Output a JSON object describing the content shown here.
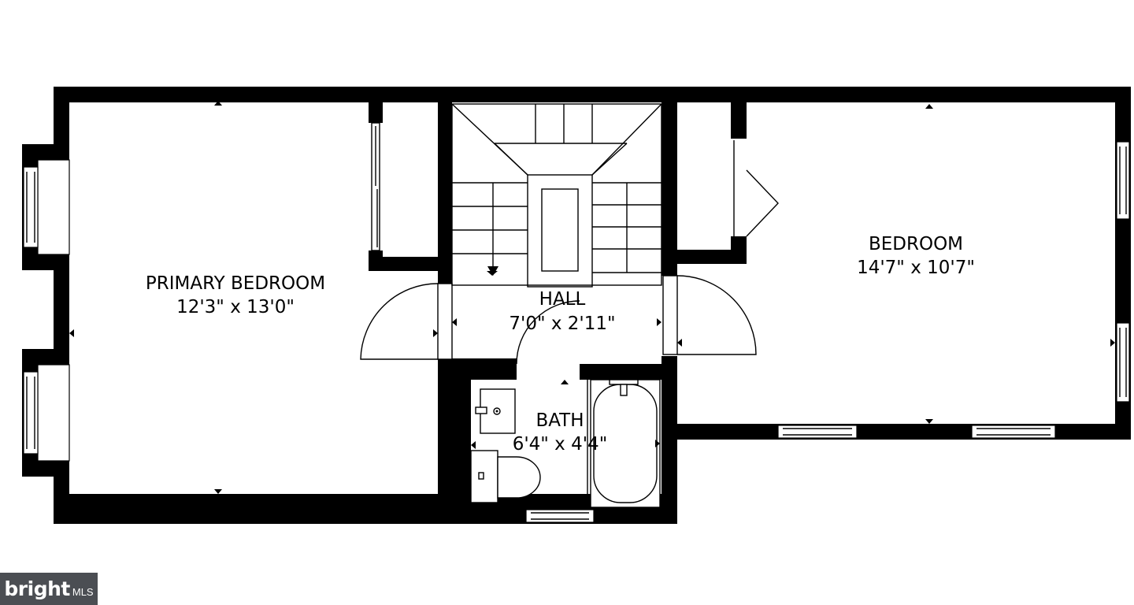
{
  "rooms": {
    "primary_bedroom": {
      "name": "PRIMARY BEDROOM",
      "dims": "12'3\" x 13'0\""
    },
    "bedroom": {
      "name": "BEDROOM",
      "dims": "14'7\" x 10'7\""
    },
    "hall": {
      "name": "HALL",
      "dims": "7'0\" x 2'11\""
    },
    "bath": {
      "name": "BATH",
      "dims": "6'4\" x 4'4\""
    }
  },
  "logo": {
    "brand": "bright",
    "suffix": "MLS"
  },
  "colors": {
    "walls": "#000000",
    "background": "#ffffff",
    "logo_bg": "#4b4e53"
  }
}
